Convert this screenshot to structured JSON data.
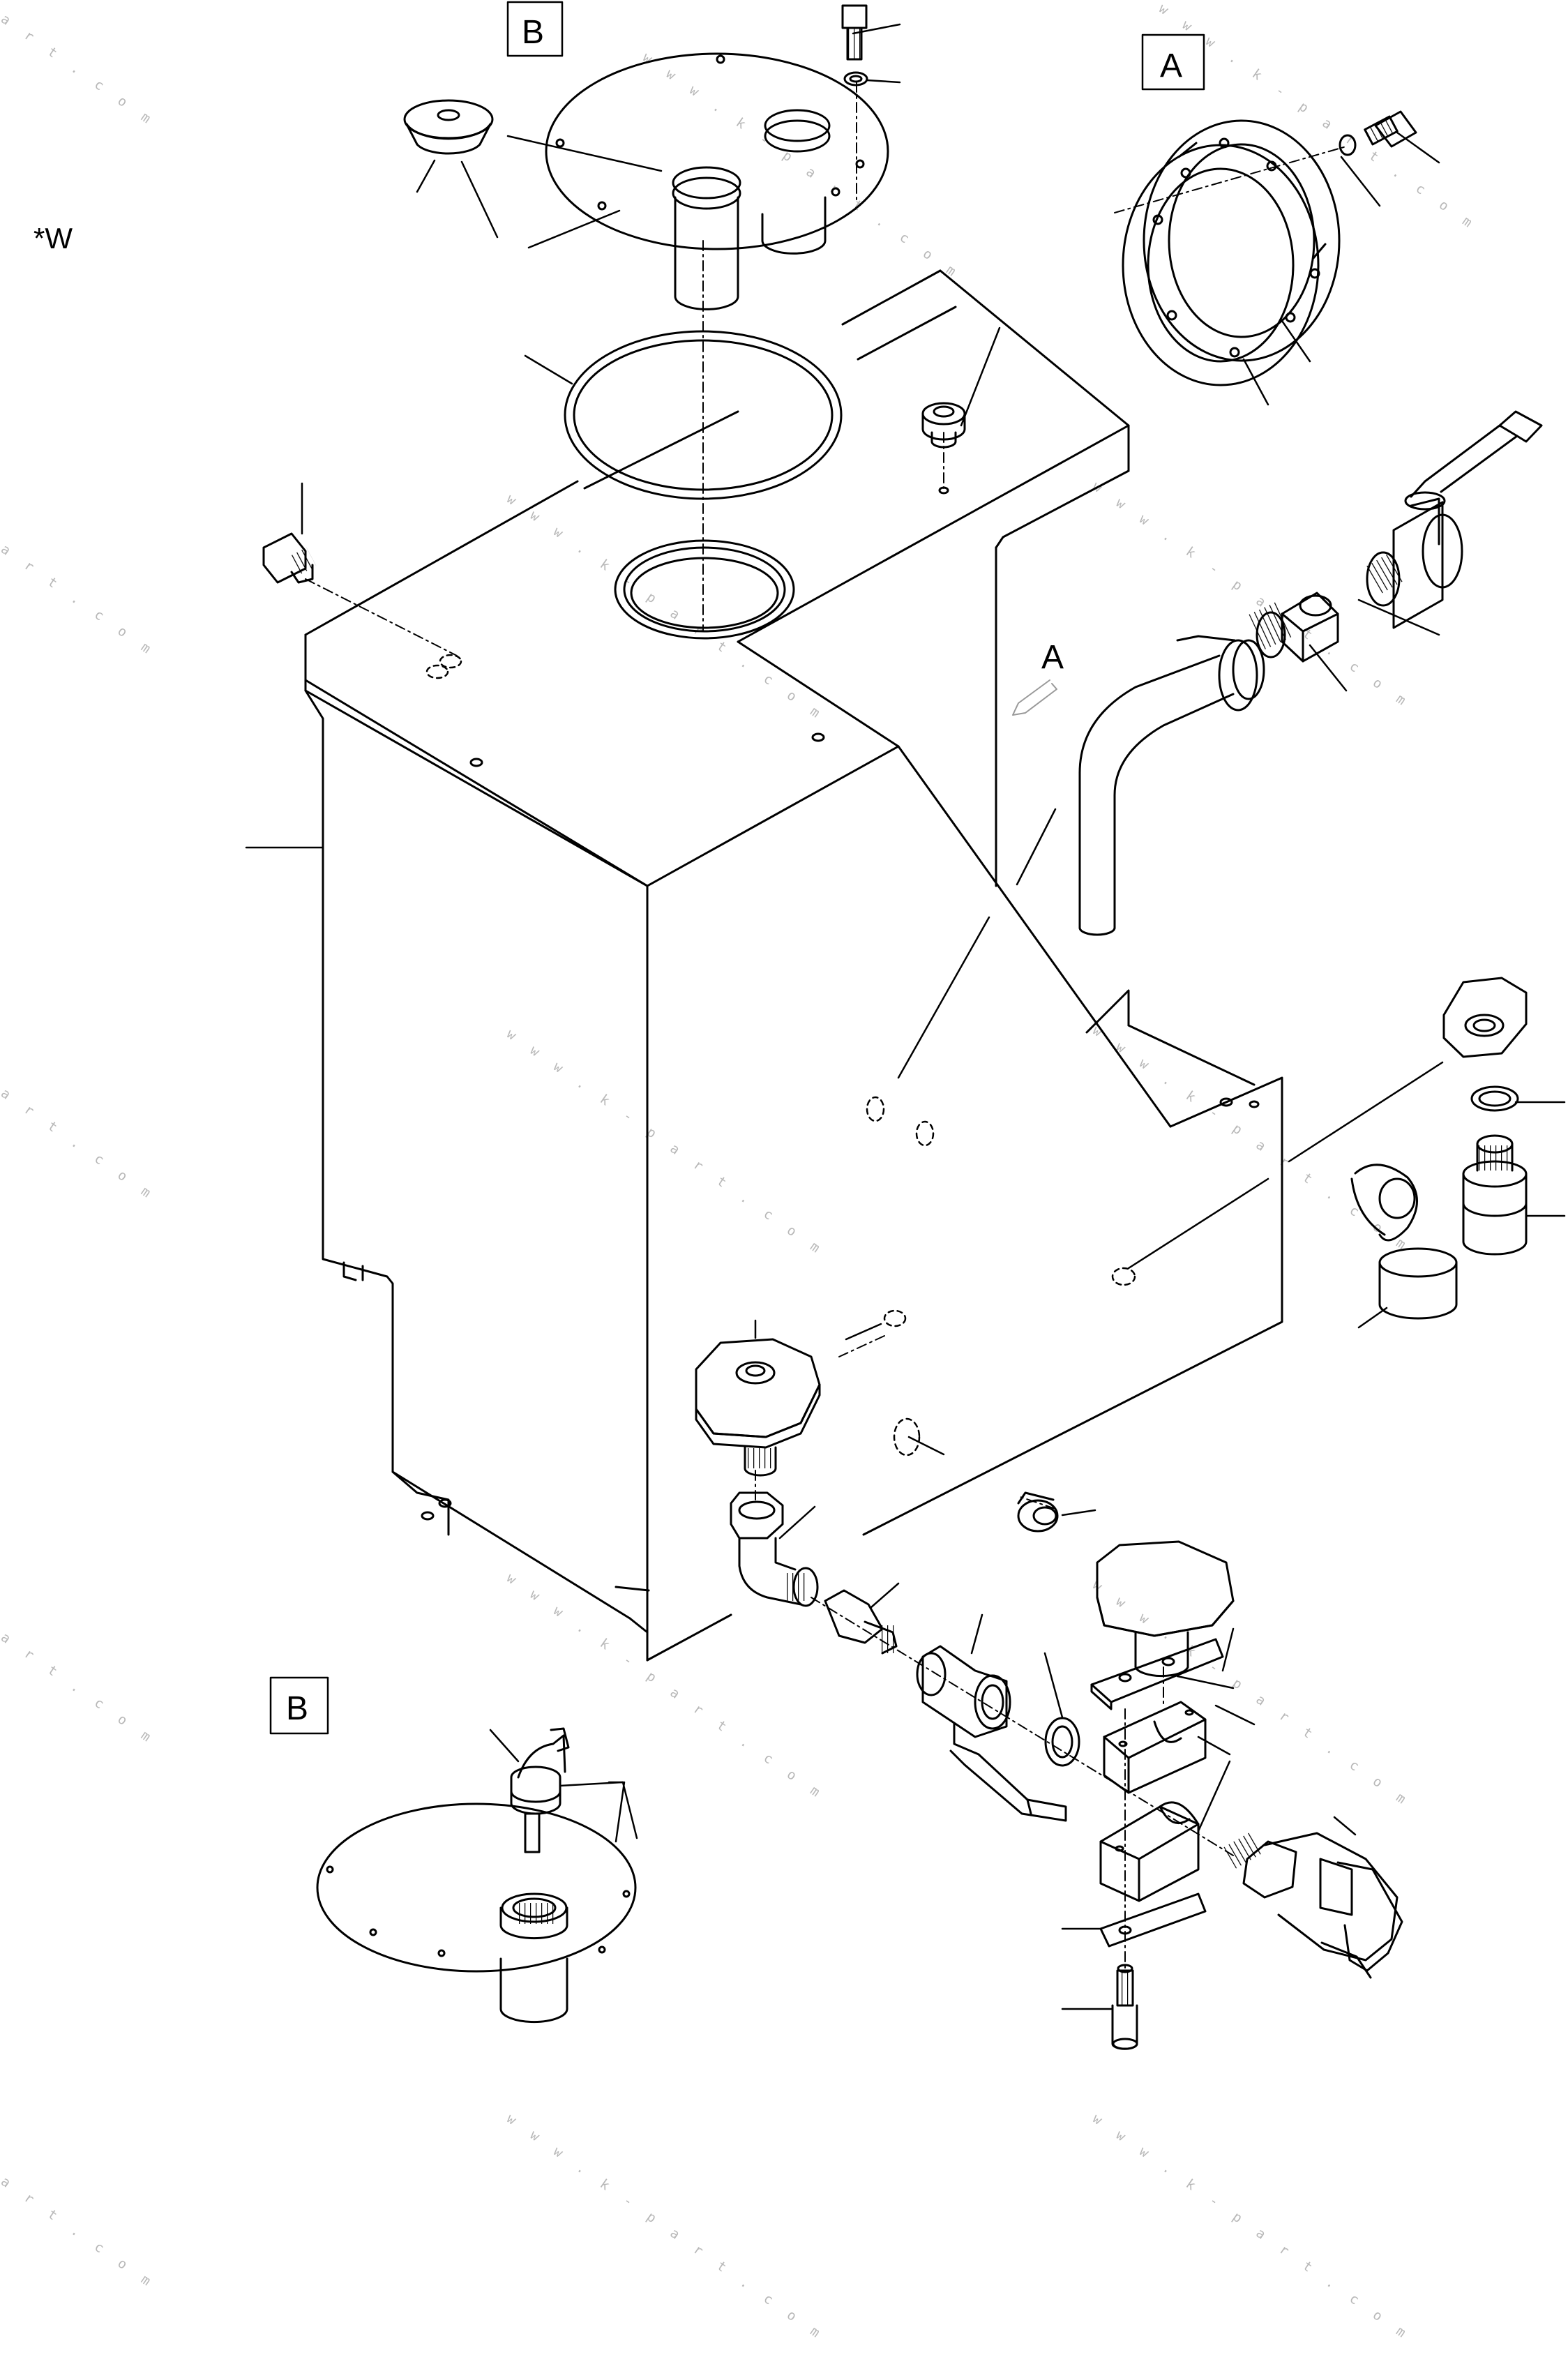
{
  "page": {
    "variant_mark": "*W"
  },
  "diagram": {
    "detail_refs": {
      "a_top": "A",
      "b_top": "B",
      "b_detail": "B",
      "a_arrow": "A"
    },
    "watermark_full": "w w w . k - p a r t . c o m",
    "watermark_partial": "a r t . c o m"
  },
  "colors": {
    "line": "#000000",
    "watermark": "#b8b8b8",
    "background": "#ffffff"
  }
}
